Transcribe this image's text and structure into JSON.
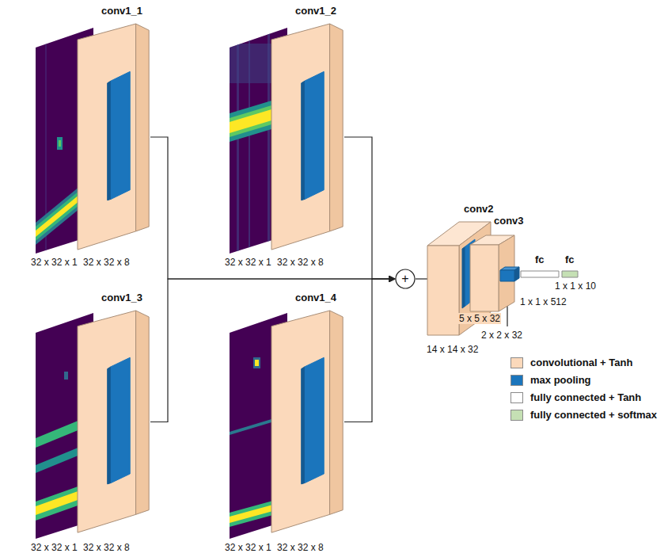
{
  "diagram": {
    "nodes": [
      {
        "text": [
          "conv1_1"
        ]
      },
      {
        "text": [
          "conv1_2"
        ]
      },
      {
        "text": [
          "conv1_3"
        ]
      },
      {
        "text": [
          "conv1_4"
        ]
      },
      {
        "text": [
          "+"
        ]
      },
      {
        "text": [
          "conv2"
        ]
      },
      {
        "text": [
          "conv3"
        ]
      },
      {
        "text": [
          "fc"
        ]
      },
      {
        "text": [
          "fc"
        ]
      }
    ],
    "edges": [
      {
        "from": 0,
        "to": 4,
        "arrow": "to"
      },
      {
        "from": 1,
        "to": 4,
        "arrow": "to"
      },
      {
        "from": 2,
        "to": 4,
        "arrow": "to"
      },
      {
        "from": 3,
        "to": 4,
        "arrow": "to"
      },
      {
        "from": 4,
        "to": 5,
        "arrow": "none"
      }
    ],
    "labels": [
      "32 x 32 x 1",
      "32 x 32 x 8",
      "32 x 32 x 1",
      "32 x 32 x 8",
      "5 x 5 x 32",
      "1 x 1 x 10",
      "1 x 1 x 512",
      "2 x 2 x 32",
      "14 x 14 x 32",
      "32 x 32 x 1",
      "32 x 32 x 8",
      "32 x 32 x 1",
      "32 x 32 x 8"
    ],
    "legend": [
      {
        "text": "convolutional + Tanh",
        "color": "#fbd9bb"
      },
      {
        "text": "max pooling",
        "color": "#1b75bc"
      },
      {
        "text": "fully connected + Tanh",
        "color": "#ffffff"
      },
      {
        "text": "fully connected + softmax",
        "color": "#c5e0b4"
      }
    ]
  }
}
